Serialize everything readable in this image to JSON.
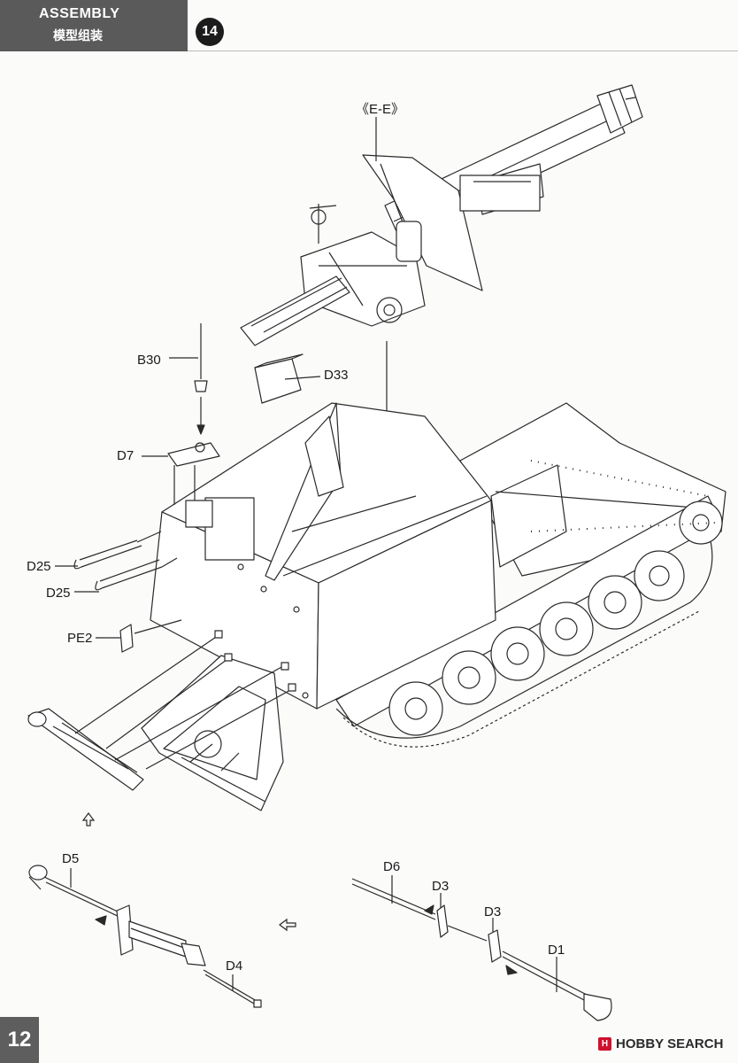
{
  "header": {
    "section_en": "ASSEMBLY",
    "section_zh": "模型组装",
    "step_number": "14"
  },
  "labels": {
    "ee": "《E-E》",
    "b30": "B30",
    "d33": "D33",
    "d7": "D7",
    "d25_a": "D25",
    "d25_b": "D25",
    "pe2": "PE2",
    "d5": "D5",
    "d6": "D6",
    "d3_a": "D3",
    "d3_b": "D3",
    "d1": "D1",
    "d4": "D4"
  },
  "footer": {
    "page_number": "12",
    "watermark_logo": "H",
    "watermark_text": "HOBBY SEARCH"
  },
  "icons": [
    "arrow-up-icon",
    "arrow-left-icon",
    "hobbysearch-logo-icon"
  ]
}
